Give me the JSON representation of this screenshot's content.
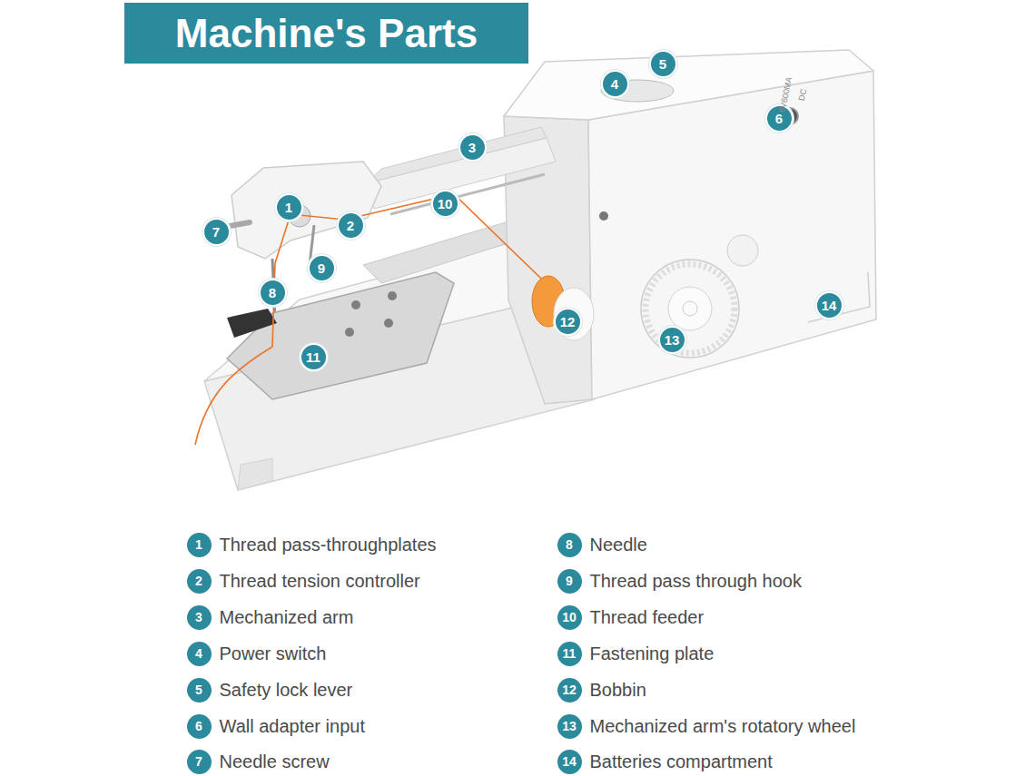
{
  "diagram": {
    "title": "Machine's Parts",
    "nodes": [
      {
        "text": [
          "5"
        ]
      },
      {
        "text": [
          "4"
        ]
      },
      {
        "text": [
          "6"
        ]
      },
      {
        "text": [
          "3"
        ]
      },
      {
        "text": [
          "10"
        ]
      },
      {
        "text": [
          "1"
        ]
      },
      {
        "text": [
          "2"
        ]
      },
      {
        "text": [
          "7"
        ]
      },
      {
        "text": [
          "9"
        ]
      },
      {
        "text": [
          "8"
        ]
      },
      {
        "text": [
          "12"
        ]
      },
      {
        "text": [
          "14"
        ]
      },
      {
        "text": [
          "13"
        ]
      },
      {
        "text": [
          "11"
        ]
      },
      {
        "text": [
          "1",
          "Thread pass-throughplates"
        ]
      },
      {
        "text": [
          "2",
          "Thread tension controller"
        ]
      },
      {
        "text": [
          "3",
          "Mechanized arm"
        ]
      },
      {
        "text": [
          "4",
          "Power switch"
        ]
      },
      {
        "text": [
          "5",
          "Safety lock lever"
        ]
      },
      {
        "text": [
          "6",
          "Wall adapter input"
        ]
      },
      {
        "text": [
          "7",
          "Needle screw"
        ]
      },
      {
        "text": [
          "8",
          "Needle"
        ]
      },
      {
        "text": [
          "9",
          "Thread pass through hook"
        ]
      },
      {
        "text": [
          "10",
          "Thread feeder"
        ]
      },
      {
        "text": [
          "11",
          "Fastening plate"
        ]
      },
      {
        "text": [
          "12",
          "Bobbin"
        ]
      },
      {
        "text": [
          "13",
          "Mechanized arm's rotatory wheel"
        ]
      },
      {
        "text": [
          "14",
          "Batteries compartment"
        ]
      }
    ],
    "labels": [
      "DC",
      "6V600MA"
    ]
  }
}
